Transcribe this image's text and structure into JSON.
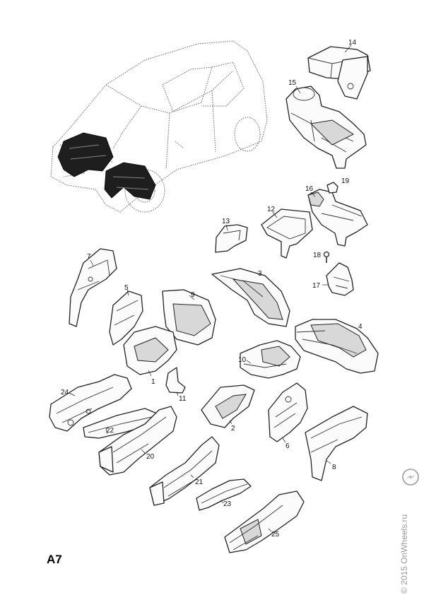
{
  "section_label": "A7",
  "watermark": "© 2015 OnWheels.ru",
  "callouts": {
    "p1": "1",
    "p2": "2",
    "p3": "3",
    "p4": "4",
    "p5": "5",
    "p6": "6",
    "p7": "7",
    "p8": "8",
    "p9": "9",
    "p10": "10",
    "p11": "11",
    "p12": "12",
    "p13": "13",
    "p14": "14",
    "p15": "15",
    "p16": "16",
    "p17": "17",
    "p18": "18",
    "p19": "19",
    "p20": "20",
    "p21": "21",
    "p22": "22",
    "p23": "23",
    "p24": "24",
    "p25": "25"
  }
}
